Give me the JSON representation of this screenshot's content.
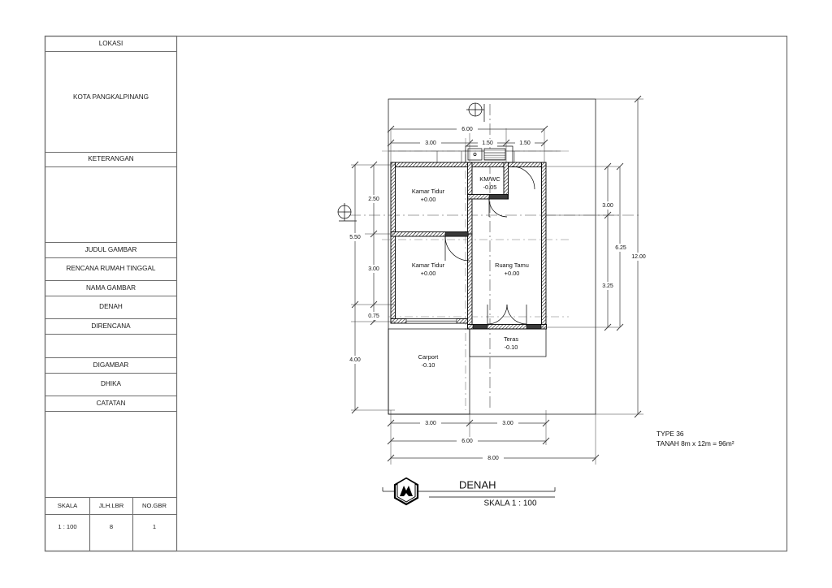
{
  "sheet": {
    "background_color": "#ffffff",
    "line_color": "#6e6e6e"
  },
  "title_block": {
    "rows": [
      {
        "name": "lokasi-header",
        "label": "LOKASI"
      },
      {
        "name": "lokasi-value",
        "label": "KOTA PANGKALPINANG"
      },
      {
        "name": "keterangan-header",
        "label": "KETERANGAN"
      },
      {
        "name": "keterangan-value",
        "label": ""
      },
      {
        "name": "judul-gambar-header",
        "label": "JUDUL GAMBAR"
      },
      {
        "name": "judul-gambar-value",
        "label": "RENCANA RUMAH TINGGAL"
      },
      {
        "name": "nama-gambar-header",
        "label": "NAMA GAMBAR"
      },
      {
        "name": "nama-gambar-value",
        "label": "DENAH"
      },
      {
        "name": "direncana-header",
        "label": "DIRENCANA"
      },
      {
        "name": "direncana-value",
        "label": ""
      },
      {
        "name": "digambar-header",
        "label": "DIGAMBAR"
      },
      {
        "name": "digambar-value",
        "label": "DHIKA"
      },
      {
        "name": "catatan-header",
        "label": "CATATAN"
      },
      {
        "name": "catatan-value",
        "label": ""
      }
    ],
    "footer": {
      "headers": [
        "SKALA",
        "JLH.LBR",
        "NO.GBR"
      ],
      "values": [
        "1 : 100",
        "8",
        "1"
      ]
    }
  },
  "drawing": {
    "title": "DENAH",
    "scale_label": "SKALA 1 : 100",
    "logo_name": "mountain-hexagon-logo",
    "notes": {
      "type_label": "TYPE 36",
      "land_label": "TANAH 8m x 12m = 96m²"
    },
    "rooms": [
      {
        "name": "kamar-tidur-1",
        "label": "Kamar Tidur",
        "level": "+0.00"
      },
      {
        "name": "km-wc",
        "label": "KM/WC",
        "level": "-0.05"
      },
      {
        "name": "kamar-tidur-2",
        "label": "Kamar Tidur",
        "level": "+0.00"
      },
      {
        "name": "ruang-tamu",
        "label": "Ruang Tamu",
        "level": "+0.00"
      },
      {
        "name": "teras",
        "label": "Teras",
        "level": "-0.10"
      },
      {
        "name": "carport",
        "label": "Carport",
        "level": "-0.10"
      }
    ],
    "dimensions": {
      "top_inner": [
        "3.00",
        "1.50",
        "1.50"
      ],
      "top_outer": [
        "6.00"
      ],
      "left_inner": [
        "2.50",
        "3.00",
        "0.75"
      ],
      "left_outer": [
        "5.50",
        "4.00"
      ],
      "right_inner": [
        "3.00",
        "3.25"
      ],
      "right_mid": [
        "6.25"
      ],
      "right_outer": [
        "12.00"
      ],
      "bottom_inner": [
        "3.00",
        "3.00"
      ],
      "bottom_mid": [
        "6.00"
      ],
      "bottom_outer": [
        "8.00"
      ]
    },
    "section_markers": [
      {
        "name": "section-marker-a-top",
        "label": ""
      },
      {
        "name": "section-marker-b-left",
        "label": ""
      }
    ]
  }
}
